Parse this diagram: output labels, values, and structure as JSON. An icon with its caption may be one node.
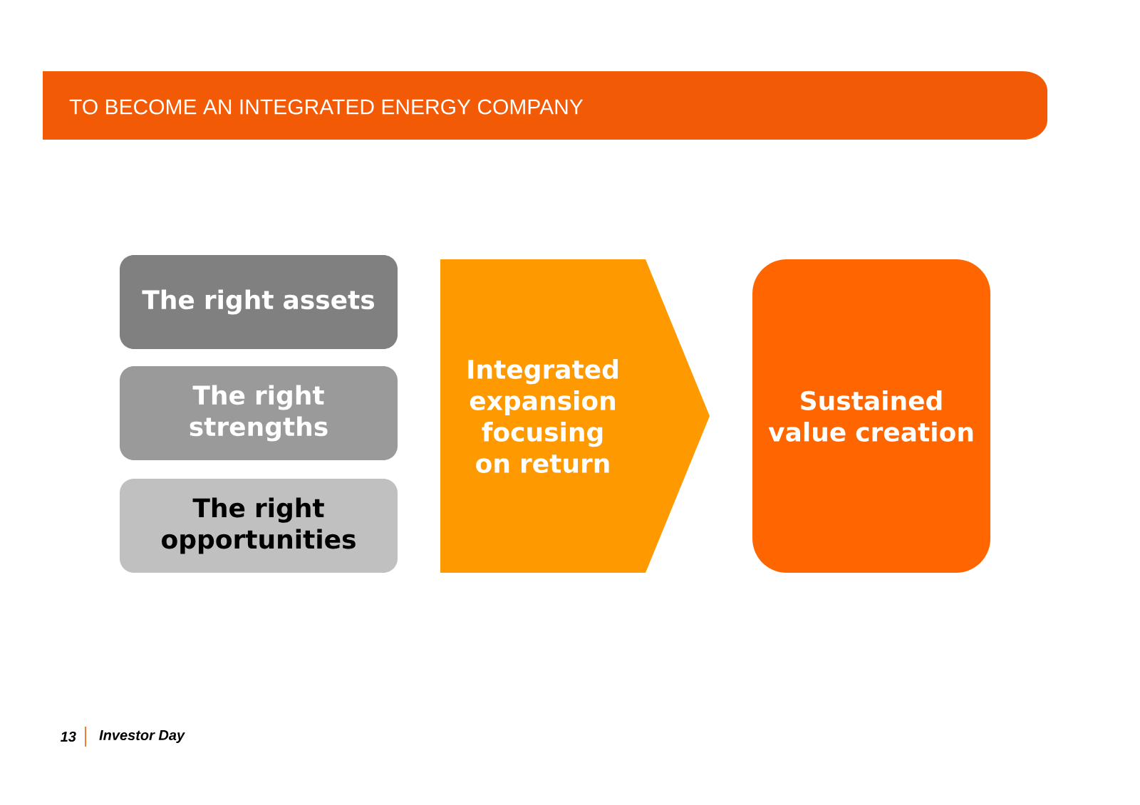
{
  "diagram": {
    "title": "TO BECOME AN INTEGRATED ENERGY COMPANY",
    "nodes": [
      {
        "text": [
          "The right assets"
        ]
      },
      {
        "text": [
          "The right strengths"
        ]
      },
      {
        "text": [
          "The right opportunities"
        ]
      },
      {
        "text": [
          "Integrated expansion focusing on return"
        ]
      },
      {
        "text": [
          "Sustained value creation"
        ]
      }
    ],
    "labels": [
      "13",
      "Investor Day"
    ]
  }
}
